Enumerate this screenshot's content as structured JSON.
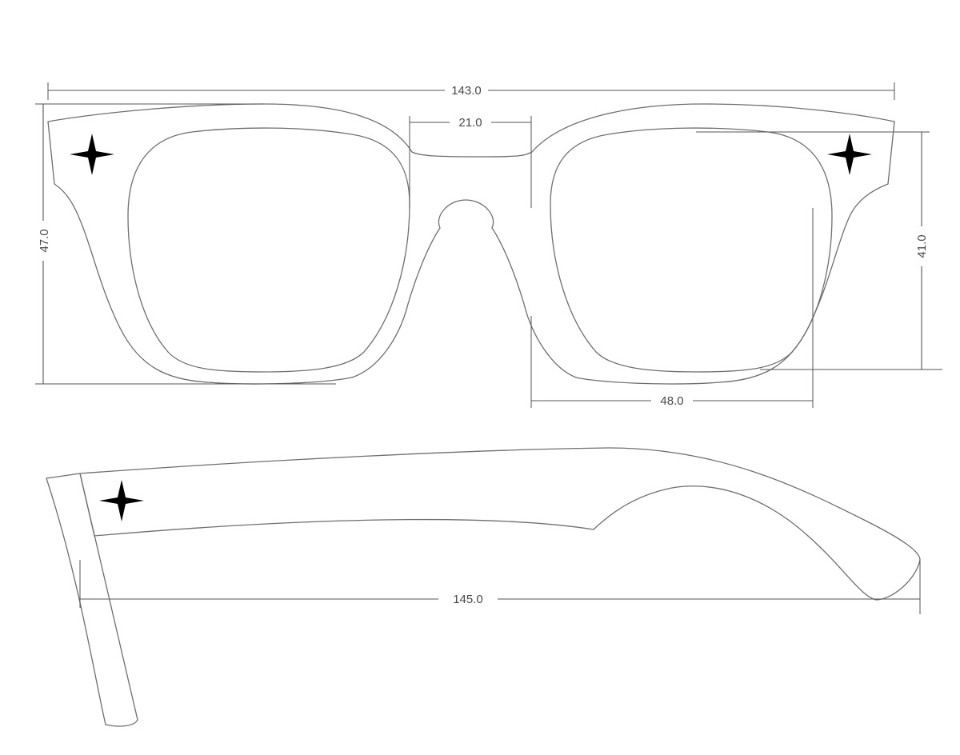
{
  "dimensions": {
    "total_width": "143.0",
    "bridge_width": "21.0",
    "frame_height": "47.0",
    "lens_height": "41.0",
    "lens_width": "48.0",
    "temple_length": "145.0"
  },
  "colors": {
    "line": "#6f6f6f",
    "text": "#4a4a4a",
    "background": "#ffffff"
  },
  "icons": {
    "ornament": "four-point-star-icon"
  }
}
